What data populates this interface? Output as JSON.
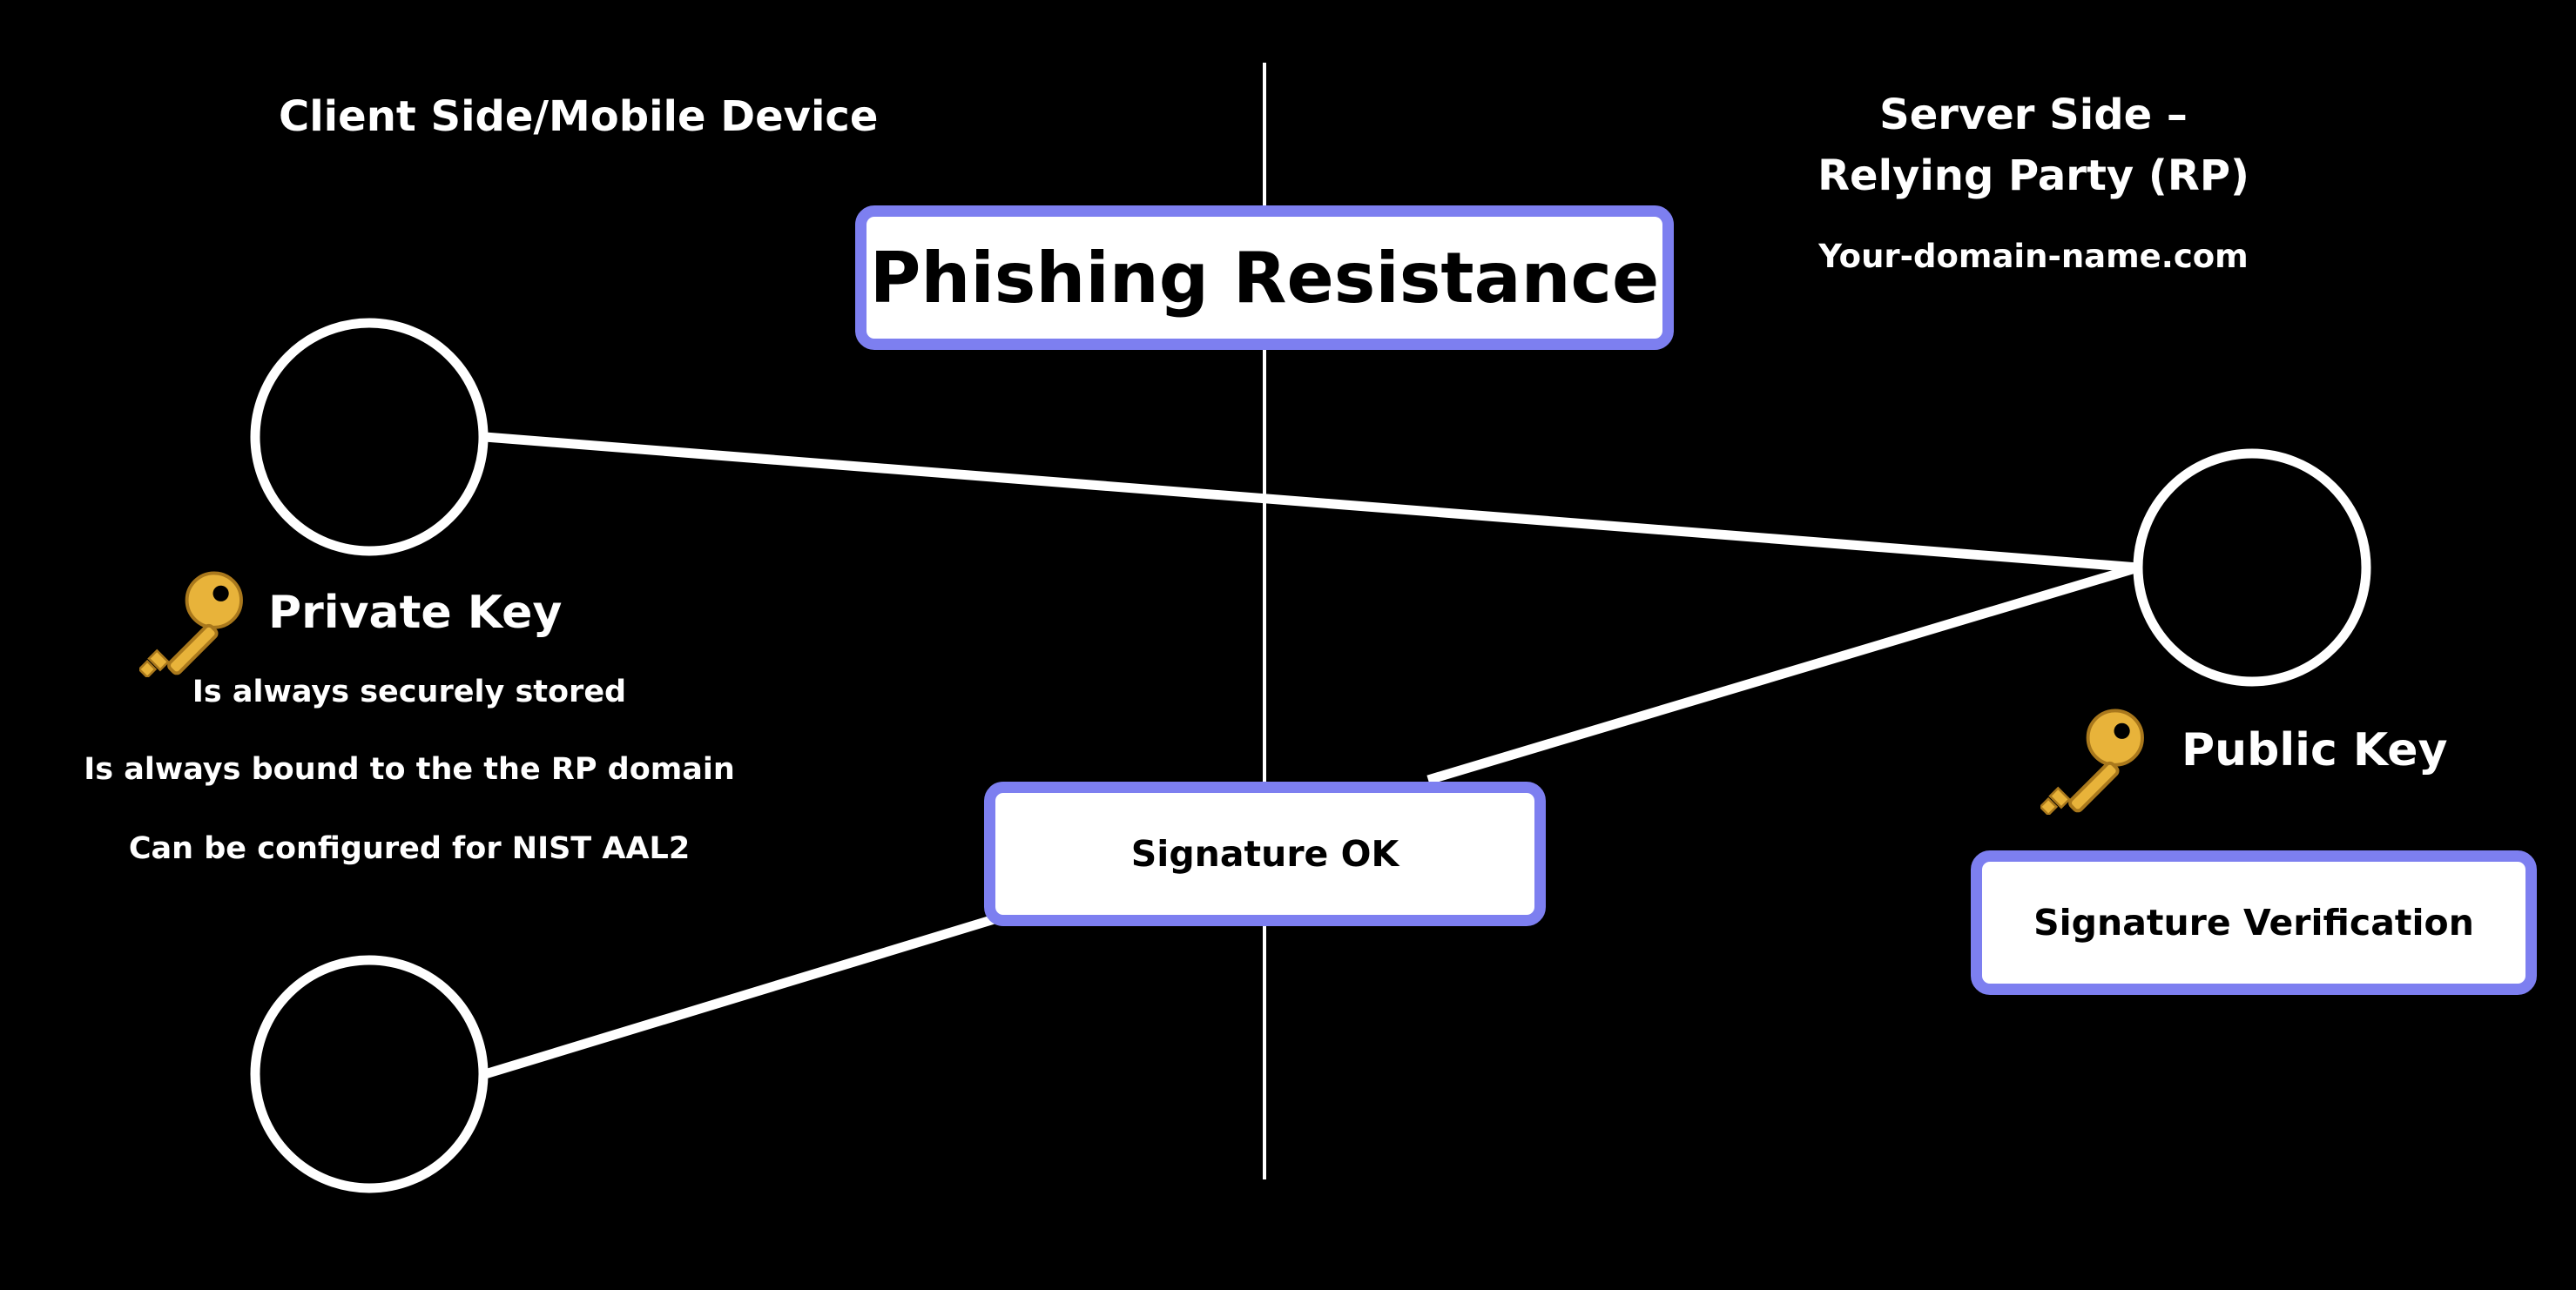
{
  "client": {
    "heading": "Client Side/Mobile Device",
    "key_label": "Private Key",
    "key_icon": "key-icon",
    "notes": [
      "Is always securely stored",
      "Is always bound to the the RP domain",
      "Can be configured for NIST AAL2"
    ]
  },
  "server": {
    "heading_line1": "Server Side –",
    "heading_line2": "Relying Party (RP)",
    "domain": "Your-domain-name.com",
    "key_label": "Public Key",
    "key_icon": "key-icon"
  },
  "title": "Phishing Resistance",
  "signature_ok": "Signature OK",
  "signature_verification": "Signature Verification",
  "colors": {
    "background": "#000000",
    "foreground": "#ffffff",
    "box_border": "#7d7ff0",
    "key_gold": "#e8b33a"
  }
}
